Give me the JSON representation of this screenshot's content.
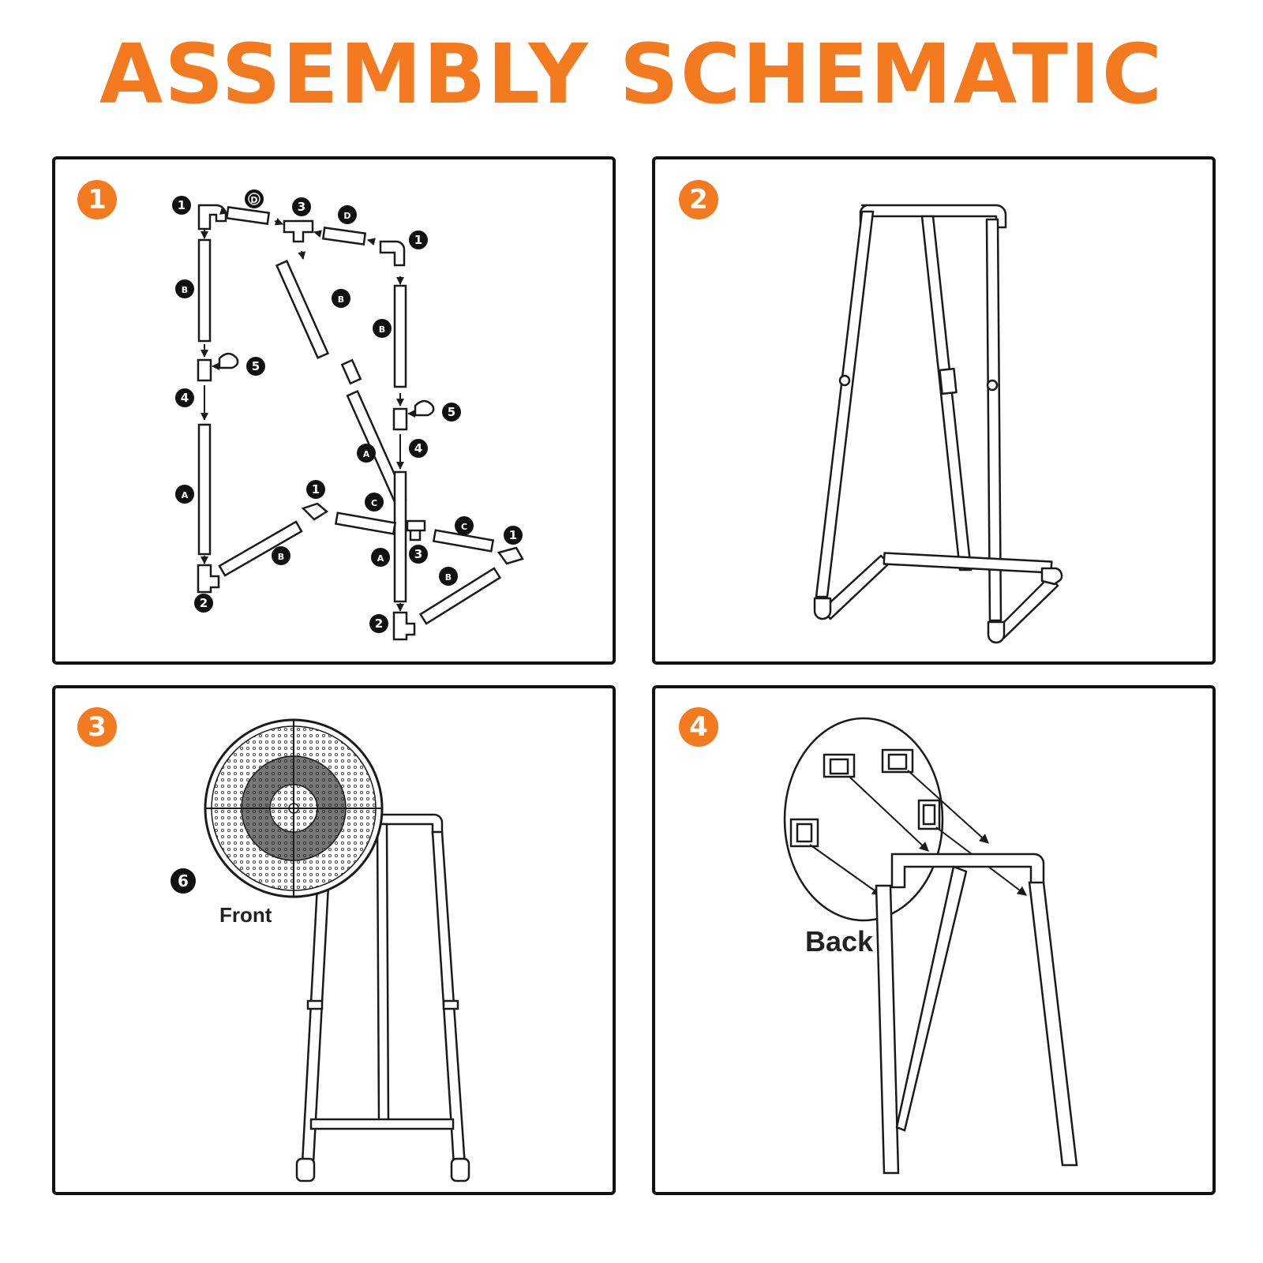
{
  "title": "ASSEMBLY SCHEMATIC",
  "colors": {
    "accent": "#f47a20",
    "line": "#1a1a1a",
    "badge": "#111111"
  },
  "panels": [
    {
      "step": "1"
    },
    {
      "step": "2"
    },
    {
      "step": "3",
      "part_label": "6",
      "caption": "Front"
    },
    {
      "step": "4",
      "caption": "Back"
    }
  ],
  "parts": {
    "elbow": "1",
    "foot_elbow": "2",
    "tee": "3",
    "coupler": "4",
    "clamp": "5",
    "pipe_a": "A",
    "pipe_b": "B",
    "pipe_c": "C",
    "pipe_d": "D"
  }
}
